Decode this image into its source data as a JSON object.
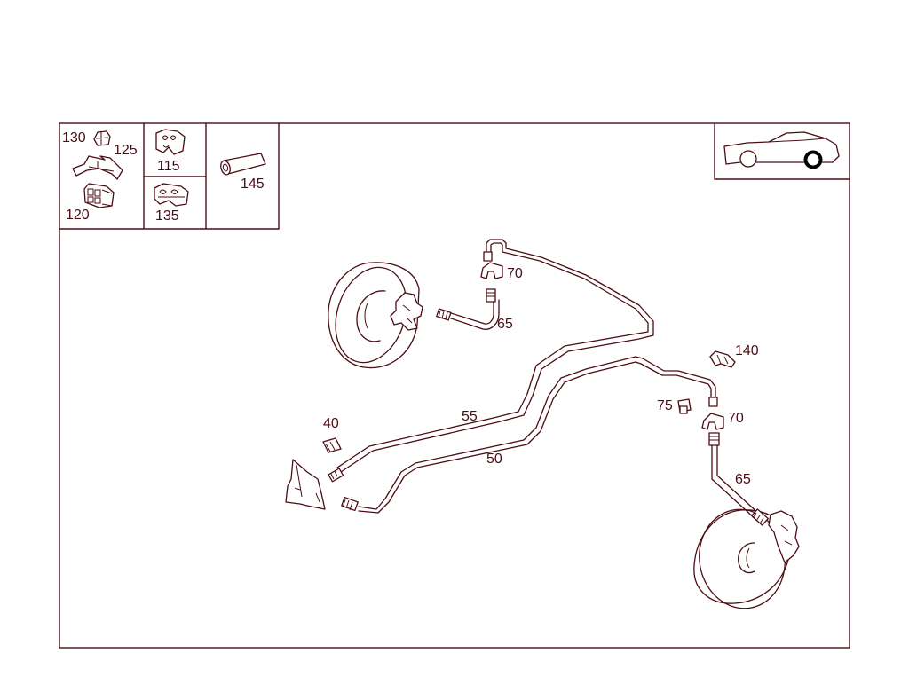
{
  "colors": {
    "line": "#4a0d14",
    "background": "#ffffff"
  },
  "inset_labels": {
    "p130": "130",
    "p125": "125",
    "p120": "120",
    "p115": "115",
    "p135": "135",
    "p145": "145"
  },
  "callouts": {
    "p70_top": "70",
    "p65_top": "65",
    "p140": "140",
    "p75": "75",
    "p70_right": "70",
    "p65_bottom": "65",
    "p40": "40",
    "p55": "55",
    "p50": "50"
  }
}
